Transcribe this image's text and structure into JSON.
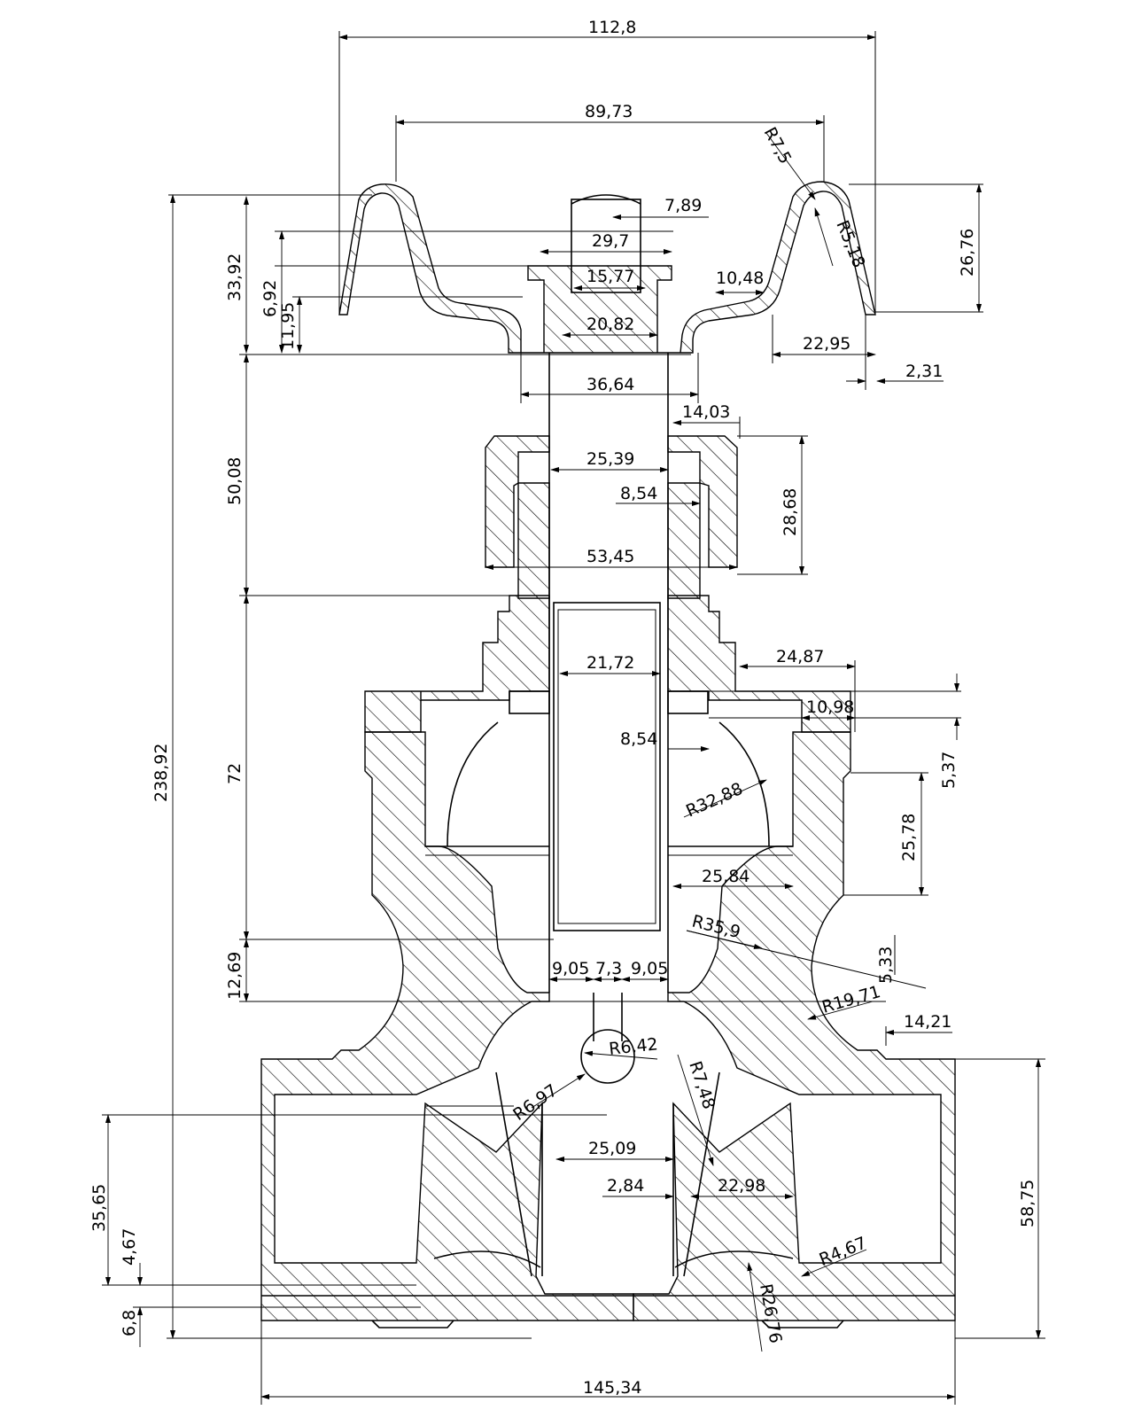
{
  "drawing": {
    "subject": "gate valve cross-section",
    "dimensions": {
      "handwheel_span": "112,8",
      "handwheel_inner": "89,73",
      "r75": "R7,5",
      "r518": "R5,18",
      "d789": "7,89",
      "d297": "29,7",
      "d1577": "15,77",
      "d1048": "10,48",
      "d2082": "20,82",
      "d2676": "26,76",
      "d2295": "22,95",
      "d231": "2,31",
      "d3392": "33,92",
      "d692": "6,92",
      "d1195": "11,95",
      "d3664": "36,64",
      "d1403": "14,03",
      "d2539": "25,39",
      "d854a": "8,54",
      "d5345": "53,45",
      "d2868": "28,68",
      "d5008": "50,08",
      "d2487": "24,87",
      "d2172": "21,72",
      "d1098": "10,98",
      "d854b": "8,54",
      "d537": "5,37",
      "r3288": "R32,88",
      "d2578": "25,78",
      "d2584": "25,84",
      "d72": "72",
      "r359": "R35,9",
      "d533": "5,33",
      "d905a": "9,05",
      "d73": "7,3",
      "d905b": "9,05",
      "r1971": "R19,71",
      "d1269": "12,69",
      "d1421": "14,21",
      "r642": "R6,42",
      "r697": "R6,97",
      "r748": "R7,48",
      "d23892": "238,92",
      "d2509": "25,09",
      "d284": "2,84",
      "d2298": "22,98",
      "r467": "R4,67",
      "d3565": "35,65",
      "d467": "4,67",
      "d68": "6,8",
      "r2676": "R26,76",
      "d5875": "58,75",
      "d14534": "145,34"
    }
  }
}
